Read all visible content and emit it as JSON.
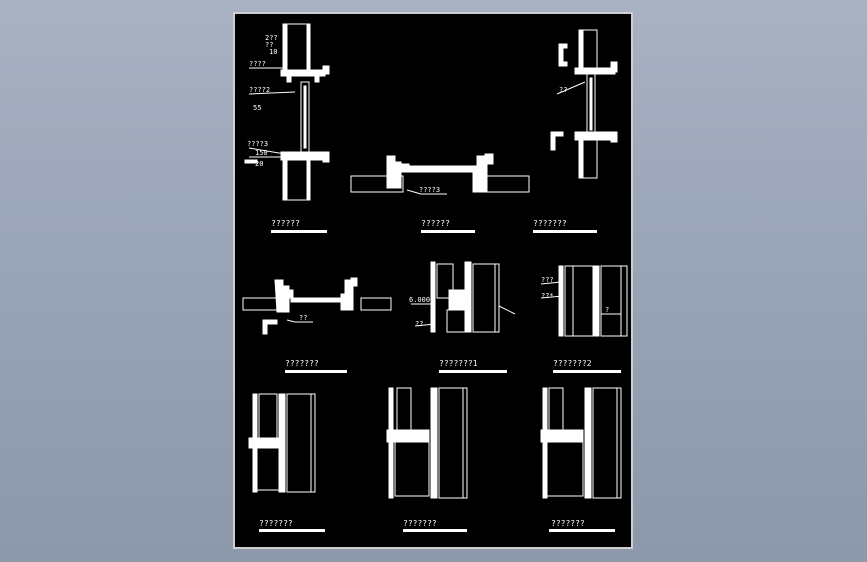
{
  "drawing": {
    "details": [
      {
        "caption": "??????",
        "labels": [
          "2??",
          "??",
          "10",
          "????",
          "????2",
          "55",
          "????3",
          "150",
          "20"
        ]
      },
      {
        "caption": "??????",
        "labels": [
          "????3"
        ]
      },
      {
        "caption": "???????",
        "labels": [
          "??"
        ]
      },
      {
        "caption": "???????",
        "labels": [
          "??"
        ]
      },
      {
        "caption": "???????1",
        "labels": [
          "6.000",
          "??"
        ]
      },
      {
        "caption": "???????2",
        "labels": [
          "???",
          "??*",
          "?"
        ]
      },
      {
        "caption": "???????",
        "labels": []
      },
      {
        "caption": "???????",
        "labels": []
      },
      {
        "caption": "???????",
        "labels": []
      }
    ]
  },
  "colors": {
    "background": "#9aa4b6",
    "sheet": "#000000",
    "line": "#ffffff"
  }
}
